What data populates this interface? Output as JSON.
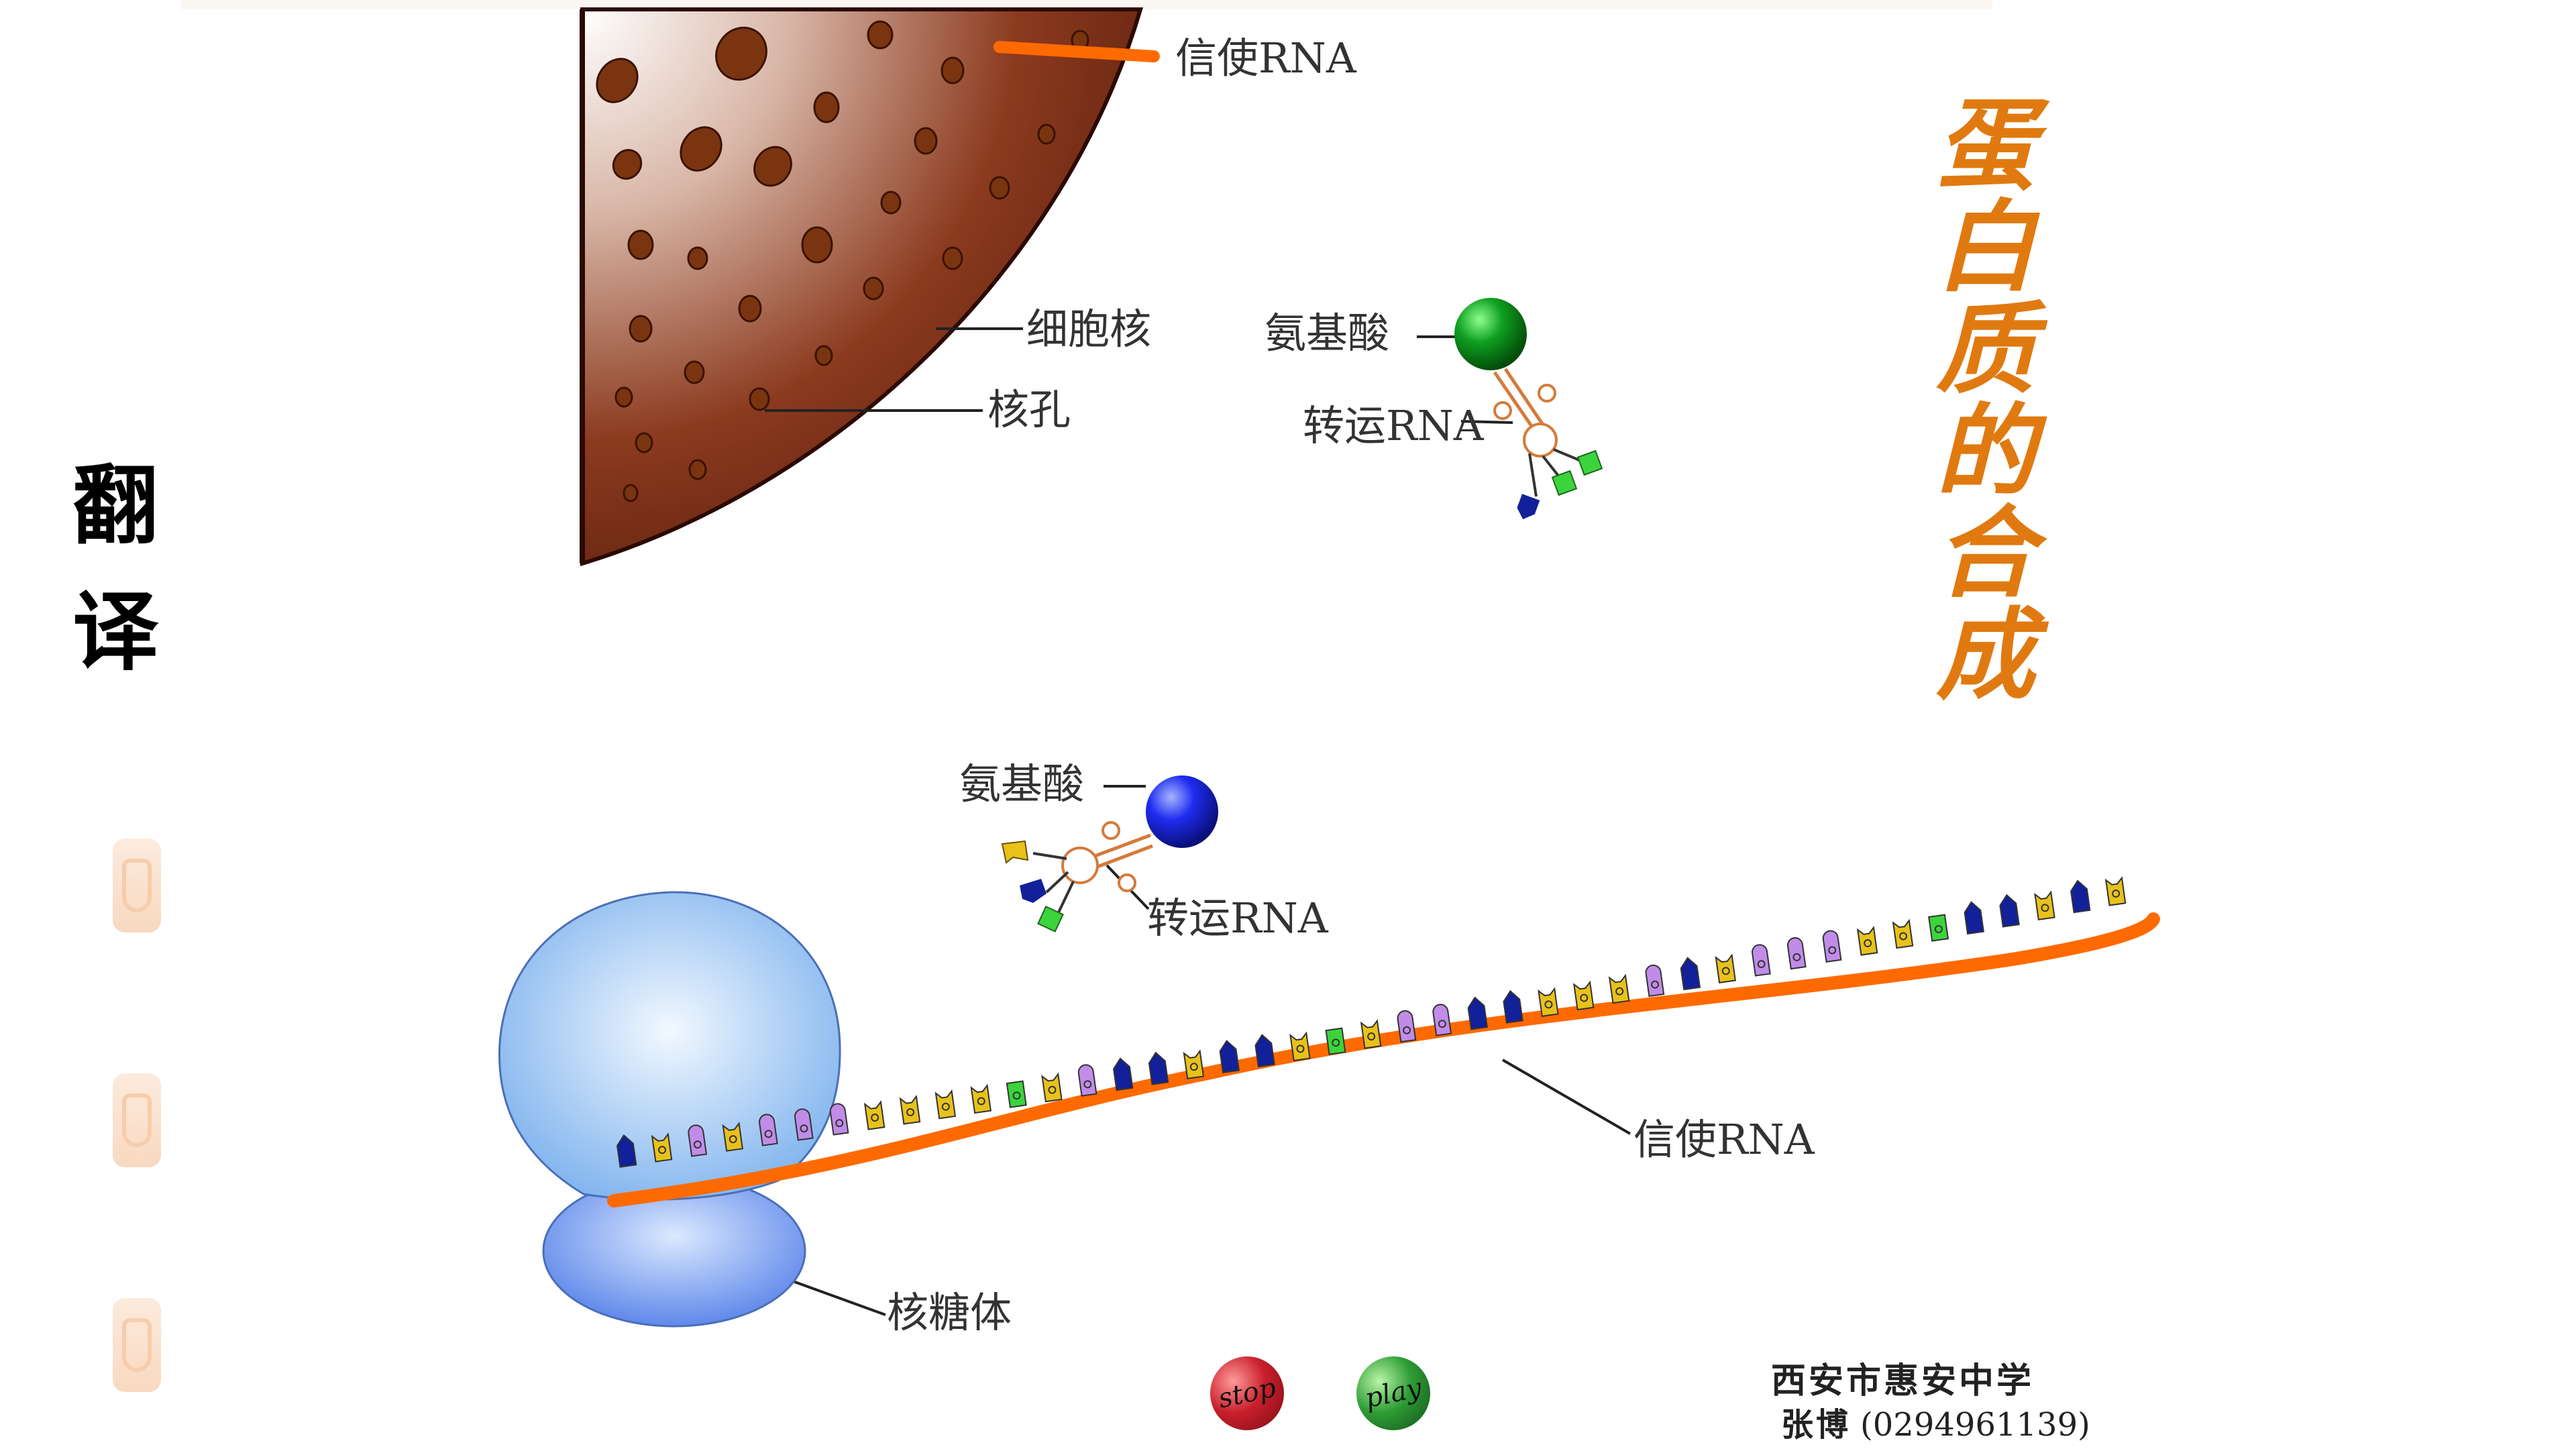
{
  "side_title": [
    "翻",
    "译"
  ],
  "main_title": [
    "蛋",
    "白",
    "质",
    "的",
    "合",
    "成"
  ],
  "labels": {
    "mrna_top": "信使RNA",
    "nucleus": "细胞核",
    "nuclear_pore": "核孔",
    "amino_acid_1": "氨基酸",
    "trna_1": "转运RNA",
    "amino_acid_2": "氨基酸",
    "trna_2": "转运RNA",
    "mrna_bottom": "信使RNA",
    "ribosome": "核糖体"
  },
  "buttons": {
    "stop": "stop",
    "play": "play"
  },
  "credit": {
    "school": "西安市惠安中学",
    "author": "张博",
    "phone": "(0294961139)"
  },
  "colors": {
    "mrna": "#ff6a00",
    "amino_acid_1": "#0fa020",
    "amino_acid_2": "#1f2cf0",
    "title": "#e07a10",
    "nucleotide_navy": "#12209a",
    "nucleotide_gold": "#e8c21a",
    "nucleotide_purple": "#c08ce8",
    "nucleotide_green": "#3cd43c"
  },
  "codon_sequence": "NYPYPPPYYYYGYPNNYNNYGYPPNNYYYPNYPPPYYGNNYNY"
}
